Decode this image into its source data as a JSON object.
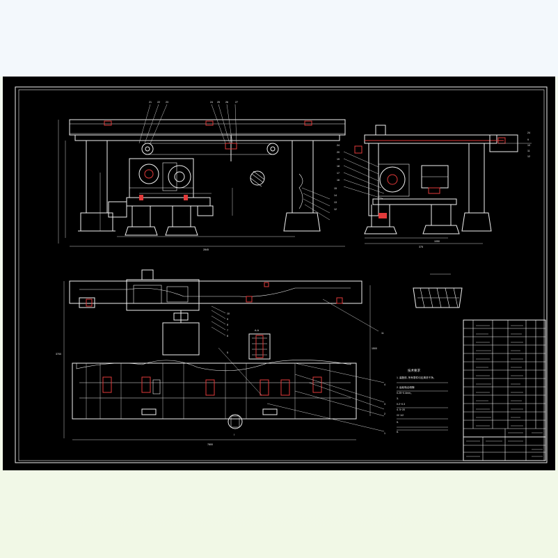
{
  "drawing": {
    "top_balloons": [
      "21",
      "22",
      "23",
      "24",
      "25",
      "26",
      "27"
    ],
    "side_balloons": [
      "24",
      "20",
      "19",
      "18",
      "17",
      "16",
      "15",
      "14",
      "13",
      "12"
    ],
    "right_balloons": [
      "24",
      "9",
      "10",
      "11",
      "12"
    ],
    "plan_balloons": [
      "11",
      "10",
      "9",
      "8",
      "7",
      "6",
      "5"
    ],
    "front_balloons_lower": [
      "4",
      "3",
      "2",
      "1"
    ],
    "dim_total_length": "2845",
    "dim_plan_length": "7800",
    "dim_plan_height": "3700",
    "dim_plan_height_right": "1500",
    "dim_right_view": "375",
    "dim_right_view_b": "1050",
    "section_label": "A-A",
    "detail_label": "I",
    "notes_title": "技术要求",
    "notes": [
      "1. 装配前, 所有零件均应清洗干净。",
      "2. 齿轮啮合侧隙",
      "0.25~0.4mm。",
      "3.",
      "0.2~0.3",
      "4. 5~20",
      "/3~1/2",
      "5.",
      "6."
    ]
  },
  "title_block": {
    "rows": [
      "",
      "",
      "",
      "",
      "",
      "",
      "",
      "",
      "",
      "",
      "",
      "",
      ""
    ]
  }
}
